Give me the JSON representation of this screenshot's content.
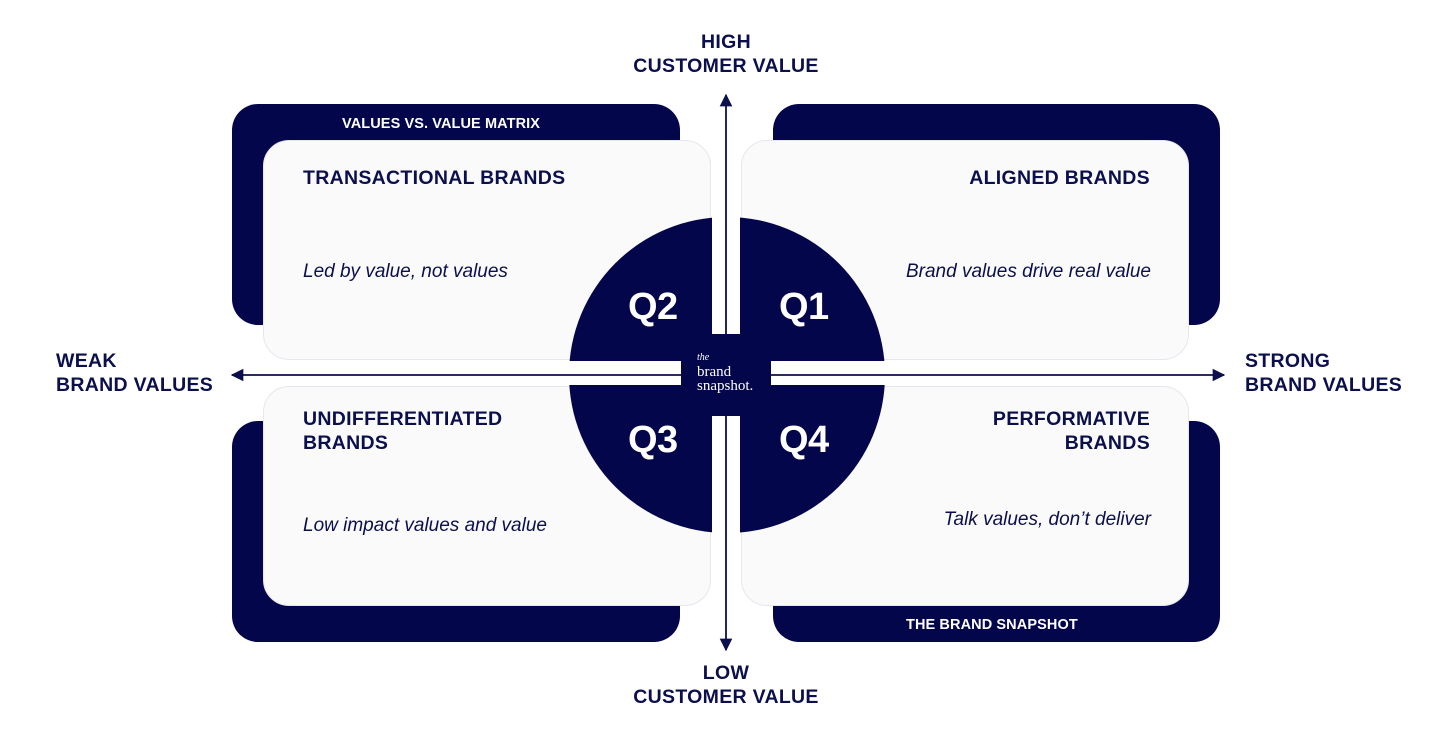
{
  "axes": {
    "top": "HIGH\nCUSTOMER VALUE",
    "bottom": "LOW\nCUSTOMER VALUE",
    "left": "WEAK\nBRAND VALUES",
    "right": "STRONG\nBRAND VALUES"
  },
  "strips": {
    "top_left": "VALUES VS. VALUE MATRIX",
    "bottom_right": "THE BRAND SNAPSHOT"
  },
  "quadrants": {
    "q1": {
      "badge": "Q1",
      "title": "ALIGNED BRANDS",
      "subtitle": "Brand values drive real value"
    },
    "q2": {
      "badge": "Q2",
      "title": "TRANSACTIONAL BRANDS",
      "subtitle": "Led by value, not values"
    },
    "q3": {
      "badge": "Q3",
      "title": "UNDIFFERENTIATED\nBRANDS",
      "subtitle": "Low impact values and value"
    },
    "q4": {
      "badge": "Q4",
      "title": "PERFORMATIVE\nBRANDS",
      "subtitle": "Talk values, don’t deliver"
    }
  },
  "logo": {
    "line1": "the",
    "line2": "brand",
    "line3": "snapshot."
  },
  "colors": {
    "navy": "#03064a",
    "card": "#fafafb",
    "text": "#0b0f4c",
    "background": "#ffffff"
  }
}
